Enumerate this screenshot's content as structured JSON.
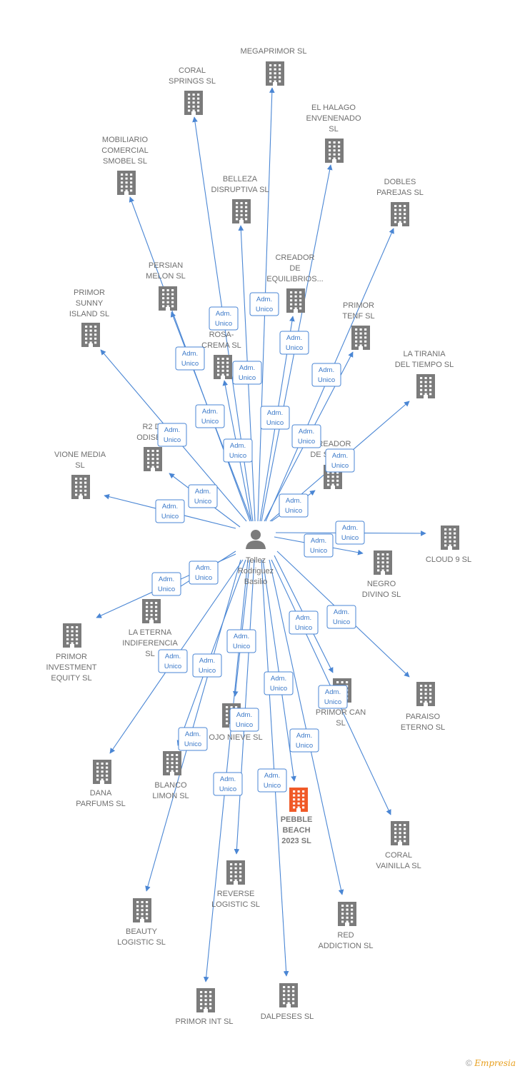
{
  "center": {
    "name_lines": [
      "Tellez",
      "Rodriguez",
      "Basilio"
    ],
    "icon": "person-icon"
  },
  "role_label_lines": [
    "Adm.",
    "Unico"
  ],
  "colors": {
    "edge": "#4a86d4",
    "building": "#7b7b7b",
    "building_focus": "#f05a28"
  },
  "companies": [
    {
      "lines": [
        "MEGAPRIMOR SL"
      ]
    },
    {
      "lines": [
        "CORAL",
        "SPRINGS SL"
      ]
    },
    {
      "lines": [
        "EL HALAGO",
        "ENVENENADO",
        "SL"
      ]
    },
    {
      "lines": [
        "MOBILIARIO",
        "COMERCIAL",
        "SMOBEL SL"
      ]
    },
    {
      "lines": [
        "BELLEZA",
        "DISRUPTIVA SL"
      ]
    },
    {
      "lines": [
        "DOBLES",
        "PAREJAS SL"
      ]
    },
    {
      "lines": [
        "CREADOR",
        "DE",
        "EQUILIBRIOS..."
      ]
    },
    {
      "lines": [
        "PERSIAN",
        "MELON SL"
      ]
    },
    {
      "lines": [
        "PRIMOR",
        "SUNNY",
        "ISLAND SL"
      ]
    },
    {
      "lines": [
        "PRIMOR",
        "TENF SL"
      ]
    },
    {
      "lines": [
        "ROSA-",
        "CREMA SL"
      ]
    },
    {
      "lines": [
        "LA TIRANIA",
        "DEL TIEMPO SL"
      ]
    },
    {
      "lines": [
        "R2 D",
        "ODISEA"
      ]
    },
    {
      "lines": [
        "CREADOR",
        "DE SU... SL"
      ]
    },
    {
      "lines": [
        "VIONE MEDIA",
        "SL"
      ]
    },
    {
      "lines": [
        "CLOUD 9 SL"
      ]
    },
    {
      "lines": [
        "NEGRO",
        "DIVINO SL"
      ]
    },
    {
      "lines": [
        "LA ETERNA",
        "INDIFERENCIA",
        "SL"
      ]
    },
    {
      "lines": [
        "PRIMOR",
        "INVESTMENT",
        "EQUITY SL"
      ]
    },
    {
      "lines": [
        "PARAISO",
        "ETERNO SL"
      ]
    },
    {
      "lines": [
        "PRIMOR CAN",
        "SL"
      ]
    },
    {
      "lines": [
        "OJO NIEVE SL"
      ]
    },
    {
      "lines": [
        "DANA",
        "PARFUMS SL"
      ]
    },
    {
      "lines": [
        "BLANCO",
        "LIMON SL"
      ]
    },
    {
      "lines": [
        "PEBBLE",
        "BEACH",
        "2023 SL"
      ],
      "focus": true
    },
    {
      "lines": [
        "CORAL",
        "VAINILLA SL"
      ]
    },
    {
      "lines": [
        "REVERSE",
        "LOGISTIC SL"
      ]
    },
    {
      "lines": [
        "BEAUTY",
        "LOGISTIC SL"
      ]
    },
    {
      "lines": [
        "RED",
        "ADDICTION SL"
      ]
    },
    {
      "lines": [
        "PRIMOR INT SL"
      ]
    },
    {
      "lines": [
        "DALPESES SL"
      ]
    }
  ],
  "footer": {
    "copyright": "©",
    "brand": "Empresia"
  }
}
